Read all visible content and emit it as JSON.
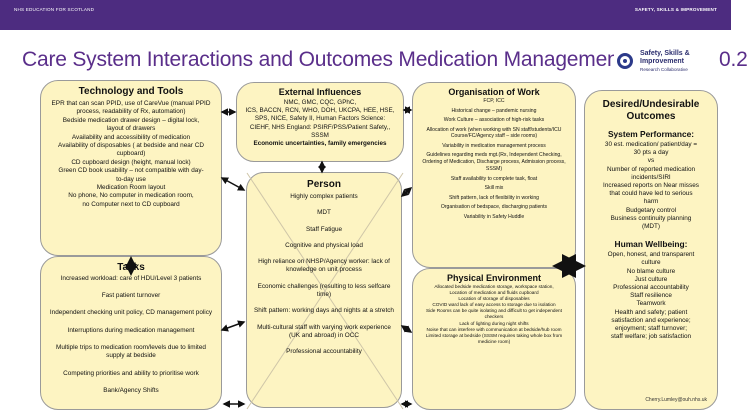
{
  "header": {
    "left_label": "NHS EDUCATION FOR SCOTLAND",
    "right_label": "SAFETY, SKILLS & IMPROVEMENT"
  },
  "title": "Care System Interactions and Outcomes Medication Management in OCC v 0.2",
  "logo": {
    "name_line1": "Safety, Skills &",
    "name_line2": "Improvement",
    "subtitle": "Research Collaborative"
  },
  "technology": {
    "heading": "Technology and Tools",
    "lines": [
      "EPR that can scan PPID, use of CareVue (manual PPID",
      "process, readability of Rx, automation)",
      "Bedside medication drawer design – digital lock,",
      "layout of drawers",
      "Availability and accessibility of medication",
      "Availability of disposables ( at bedside and near CD",
      "cupboard)",
      "CD cupboard design (height, manual lock)",
      "Green CD book usability – not compatible with day-",
      "to-day use",
      "Medication Room layout",
      "No phone, No computer in medication room,",
      "no Computer next to CD cupboard"
    ]
  },
  "tasks": {
    "heading": "Tasks",
    "lines": [
      "Increased workload: care of HDU/Level 3 patients",
      "Fast patient turnover",
      "Independent checking unit policy, CD management policy",
      "Interruptions during medication management",
      "Multiple trips to medication room/levels  due to limited supply at bedside",
      "Competing priorities and ability to prioritise work",
      "Bank/Agency Shifts"
    ]
  },
  "external": {
    "heading": "External Influences",
    "lines": [
      "NMC, GMC, CQC, GPhC,",
      "ICS, BACCN, RCN, WHO, DOH, UKCPA, HEE, HSE,",
      "SPS, NICE, Safety II, Human Factors Science:",
      "CIEHF, NHS England: PSIRF/PSS/Patient Safety,,",
      "SSSM"
    ],
    "bold_line": "Economic uncertainties, family emergencies"
  },
  "person": {
    "heading": "Person",
    "lines": [
      "Highly complex patients",
      "MDT",
      "Staff Fatigue",
      "Cognitive and physical load",
      "High reliance on NHSP/Agency worker: lack of knowledge on unit process",
      "Economic challenges (resulting to less selfcare time)",
      "Shift pattern: working days and nights at a stretch",
      "Multi-cultural staff with varying work experience (UK and abroad)  in OCC",
      "Professional accountability"
    ]
  },
  "organisation": {
    "heading": "Organisation of Work",
    "lines": [
      "FCP, ICC",
      "Historical change – pandemic nursing",
      "Work Culture – association of high-risk tasks",
      "Allocation of work (when working with SN staff/students/ICU Course/FC/Agency staff – side rooms)",
      "Variability in medication management process",
      "Guidelines regarding meds mgt.(Rx, Independent Checking, Ordering of Medication, Discharge process, Admission process,  SSSM)",
      "Staff availability to complete task, float",
      "Skill mix",
      "Shift pattern, lack of flexibility in working",
      "Organisation of bedspace, discharging patients",
      "Variability in Safety Huddle"
    ]
  },
  "physical": {
    "heading": "Physical Environment",
    "lines": [
      "Allocated bedside medication storage, workspace station,",
      "Location of medication and fluids cupboard",
      "Location of storage of disposables",
      "COVID ward lack of easy access to storage due to isolation",
      "Side Rooms can be quite isolating and difficult to get independent checkers",
      "Lack of lighting during night shifts",
      "Noise  that can interfere with communication at bedside/hub room",
      "Limited storage at bedside (SSSM requires taking whole box from medicine room)"
    ]
  },
  "desired": {
    "heading": "Desired/Undesirable Outcomes",
    "system_heading": "System Performance:",
    "system_lines": [
      "30 est. medication/ patient/day =",
      "30 pts a day",
      "vs",
      "Number of reported medication",
      "incidents/SIRI",
      "Increased reports on Near misses",
      "that could have led to serious",
      "harm",
      "Budgetary control",
      "Business continuity planning",
      "(MDT)"
    ],
    "human_heading": "Human Wellbeing:",
    "human_lines": [
      "Open, honest, and transparent",
      "culture",
      "No blame culture",
      "Just culture",
      "Professional accountability",
      "Staff resilience",
      "Teamwork",
      "Health and safety; patient",
      "satisfaction and experience;",
      "enjoyment; staff turnover;",
      "staff welfare; job satisfaction"
    ],
    "contact": "Cherry.Lumley@ouh.nhs.uk"
  },
  "colors": {
    "header_bar": "#4d2c80",
    "title": "#5a2e8a",
    "box_fill": "#fdf4c2",
    "arrow": "#111111"
  }
}
